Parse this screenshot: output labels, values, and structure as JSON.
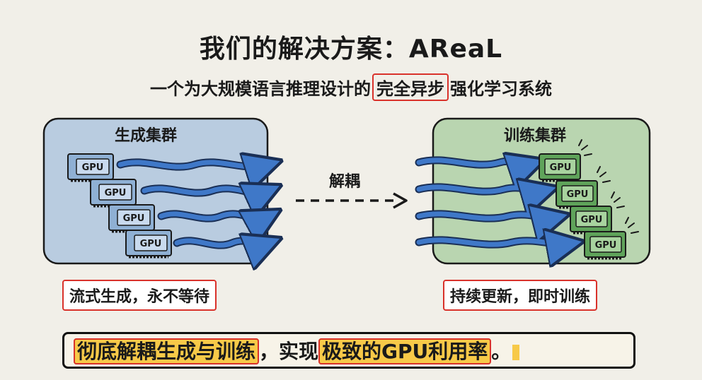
{
  "title": "我们的解决方案：AReaL",
  "subtitle": {
    "before": "一个为大规模语言推理设计的",
    "highlight": "完全异步",
    "after": "强化学习系统"
  },
  "generation_cluster": {
    "label": "生成集群",
    "caption": "流式生成，永不等待",
    "gpu_label": "GPU"
  },
  "decouple_label": "解耦",
  "training_cluster": {
    "label": "训练集群",
    "caption": "持续更新，即时训练",
    "gpu_label": "GPU"
  },
  "bottom": {
    "part1": "彻底解耦生成与训练",
    "part2": "，实现",
    "part3": "极致的GPU利用率",
    "part4": "。"
  },
  "colors": {
    "gen_box": "#b9cce0",
    "train_box": "#b9d5b0",
    "arrow": "#3f78c8",
    "highlight_border": "#d9322b",
    "highlight_fill": "#f7c948"
  }
}
